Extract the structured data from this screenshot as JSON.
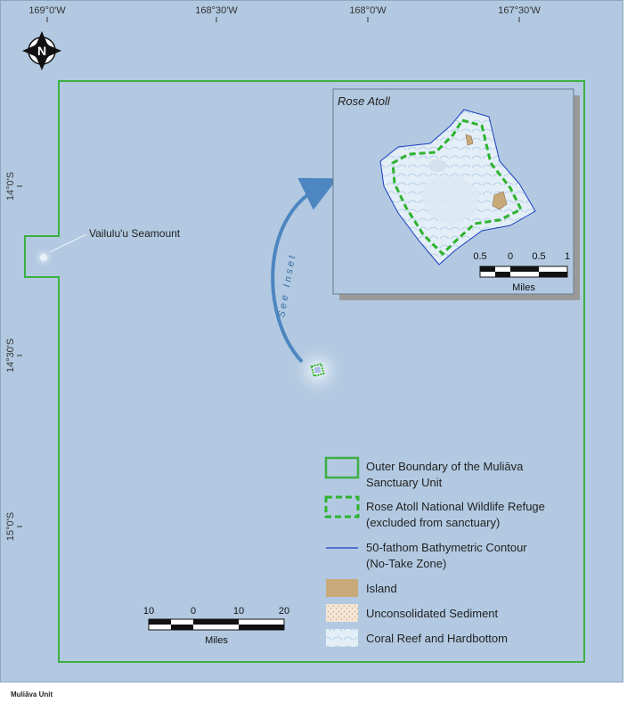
{
  "map": {
    "longitude_labels": [
      "169°0'W",
      "168°30'W",
      "168°0'W",
      "167°30'W"
    ],
    "latitude_labels": [
      "14°0'S",
      "14°30'S",
      "15°0'S"
    ],
    "north_arrow_letter": "N",
    "north_arrow_icon": "north-arrow-icon",
    "places": {
      "seamount": "Vailulu'u Seamount"
    },
    "see_inset_text": "See Inset",
    "colors": {
      "water": "#b2c9e1",
      "boundary": "#3cb043",
      "refuge": "#2db32d",
      "contour": "#1a3fbf",
      "island": "#c8a97a",
      "reef": "#e3eef7",
      "arrow": "#3a6ea5"
    }
  },
  "inset": {
    "title": "Rose Atoll",
    "scale": {
      "labels": [
        "0.5",
        "0",
        "0.5",
        "1"
      ],
      "unit": "Miles"
    }
  },
  "scale_bar": {
    "labels": [
      "10",
      "0",
      "10",
      "20"
    ],
    "unit": "Miles"
  },
  "legend": {
    "items": [
      {
        "line1": "Outer Boundary of the Muliāva",
        "line2": "Sanctuary Unit"
      },
      {
        "line1": "Rose Atoll National Wildlife Refuge",
        "line2": "(excluded from sanctuary)"
      },
      {
        "line1": "50-fathom Bathymetric Contour",
        "line2": "(No-Take Zone)"
      },
      {
        "line1": "Island",
        "line2": ""
      },
      {
        "line1": "Unconsolidated Sediment",
        "line2": ""
      },
      {
        "line1": "Coral Reef and Hardbottom",
        "line2": ""
      }
    ]
  },
  "caption": "Muliāva Unit"
}
